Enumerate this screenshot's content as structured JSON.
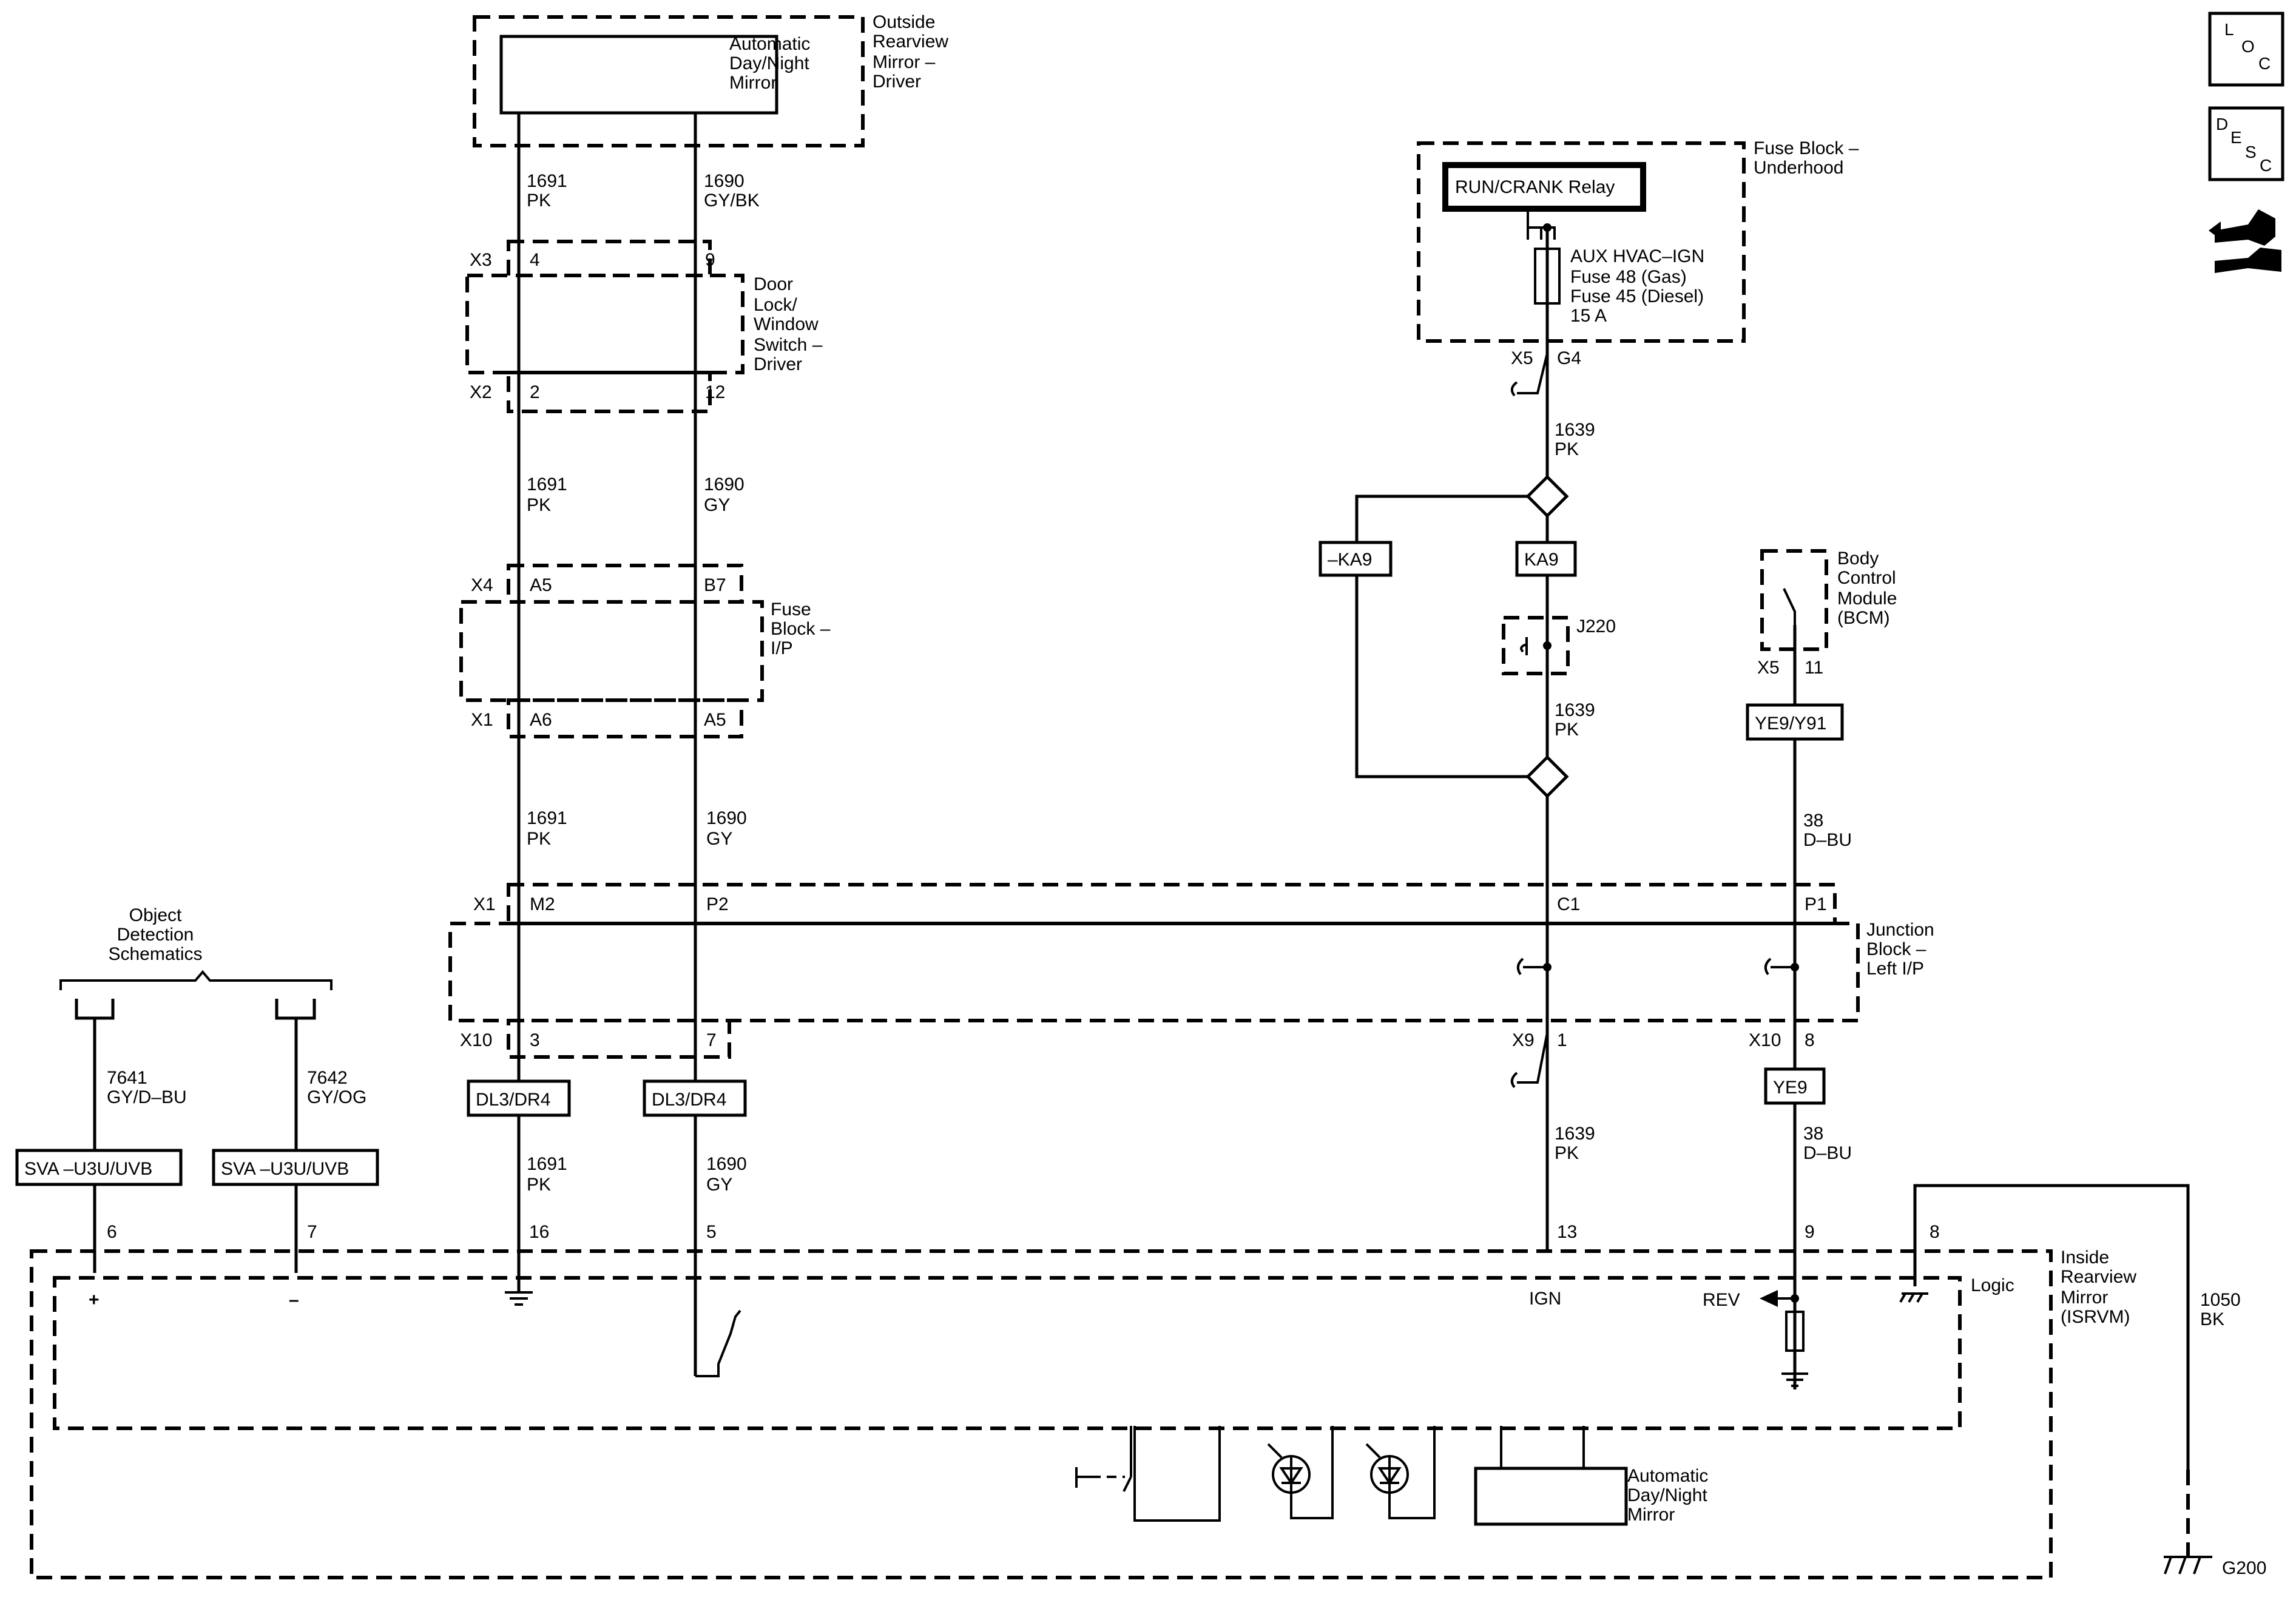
{
  "side_icons": {
    "loc": [
      "L",
      "O",
      "C"
    ],
    "desc": [
      "D",
      "E",
      "S",
      "C"
    ]
  },
  "mirror_outside": {
    "component": [
      "Automatic",
      "Day/Night",
      "Mirror"
    ],
    "enclosure": [
      "Outside",
      "Rearview",
      "Mirror –",
      "Driver"
    ]
  },
  "door_switch": [
    "Door",
    "Lock/",
    "Window",
    "Switch –",
    "Driver"
  ],
  "fuse_ip": [
    "Fuse",
    "Block –",
    "I/P"
  ],
  "fuse_underhood": {
    "label": [
      "Fuse Block –",
      "Underhood"
    ],
    "relay": "RUN/CRANK Relay",
    "fuse": [
      "AUX HVAC–IGN",
      "Fuse 48 (Gas)",
      "Fuse 45 (Diesel)",
      "15 A"
    ]
  },
  "bcm": [
    "Body",
    "Control",
    "Module",
    "(BCM)"
  ],
  "junction_block": [
    "Junction",
    "Block –",
    "Left I/P"
  ],
  "object_detection": [
    "Object",
    "Detection",
    "Schematics"
  ],
  "isrvm": {
    "label": [
      "Inside",
      "Rearview",
      "Mirror",
      "(ISRVM)"
    ],
    "logic": "Logic",
    "ign": "IGN",
    "rev": "REV",
    "auto_mirror": [
      "Automatic",
      "Day/Night",
      "Mirror"
    ],
    "plus": "+",
    "minus": "–"
  },
  "connectors": {
    "x3": "X3",
    "x2": "X2",
    "x4": "X4",
    "x1": "X1",
    "x1b": "X1",
    "x10a": "X10",
    "x5a": "X5",
    "x5b": "X5",
    "x9": "X9",
    "x10b": "X10"
  },
  "pins": {
    "p4": "4",
    "p9": "9",
    "p2": "2",
    "p12": "12",
    "a5": "A5",
    "b7": "B7",
    "a6": "A6",
    "a5b": "A5",
    "m2": "M2",
    "p2b": "P2",
    "c1": "C1",
    "p1": "P1",
    "p3": "3",
    "p7": "7",
    "p1b": "1",
    "p8": "8",
    "g4": "G4",
    "p11": "11",
    "p6": "6",
    "p7b": "7",
    "p16": "16",
    "p5": "5",
    "p13": "13",
    "p9b": "9",
    "p8b": "8"
  },
  "wires": {
    "w1691a": [
      "1691",
      "PK"
    ],
    "w1690a": [
      "1690",
      "GY/BK"
    ],
    "w1691b": [
      "1691",
      "PK"
    ],
    "w1690b": [
      "1690",
      "GY"
    ],
    "w1691c": [
      "1691",
      "PK"
    ],
    "w1690c": [
      "1690",
      "GY"
    ],
    "w1691d": [
      "1691",
      "PK"
    ],
    "w1690d": [
      "1690",
      "GY"
    ],
    "w1639a": [
      "1639",
      "PK"
    ],
    "w1639b": [
      "1639",
      "PK"
    ],
    "w1639c": [
      "1639",
      "PK"
    ],
    "w38a": [
      "38",
      "D–BU"
    ],
    "w38b": [
      "38",
      "D–BU"
    ],
    "w7641": [
      "7641",
      "GY/D–BU"
    ],
    "w7642": [
      "7642",
      "GY/OG"
    ],
    "w1050": [
      "1050",
      "BK"
    ]
  },
  "options": {
    "dl3a": "DL3/DR4",
    "dl3b": "DL3/DR4",
    "ka9n": "–KA9",
    "ka9": "KA9",
    "ye9y91": "YE9/Y91",
    "ye9": "YE9",
    "sva1": "SVA –U3U/UVB",
    "sva2": "SVA –U3U/UVB"
  },
  "splice": "J220",
  "ground": "G200"
}
